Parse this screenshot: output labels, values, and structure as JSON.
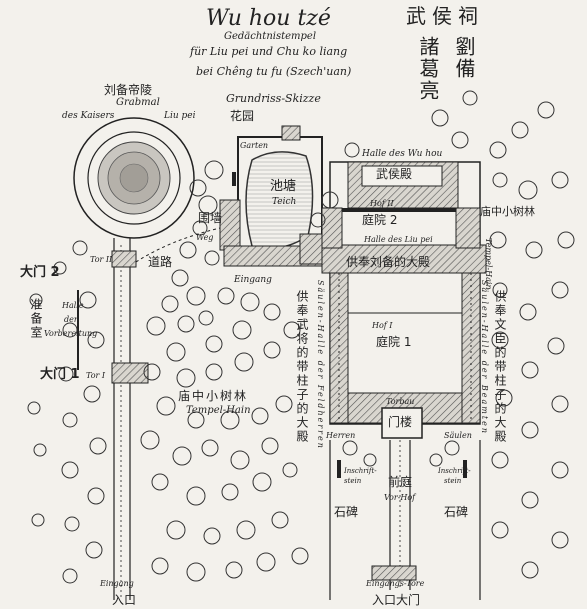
{
  "title": {
    "heading": "Wu hou tzé",
    "chinese": "武侯祠",
    "subtitle1": "Gedächtnistempel",
    "subtitle2": "für Liu pei und Chu ko liang",
    "subtitle3": "bei Chêng tu fu (Szech'uan)",
    "subtitle4": "Grundriss-Skizze",
    "person1": "劉備",
    "person2": "諸葛亮"
  },
  "labels": {
    "tomb_cn": "刘备帝陵",
    "tomb_de1": "Grabmal",
    "tomb_de2": "des Kaisers",
    "tomb_de3": "Liu pei",
    "garden_cn": "花园",
    "garden_de": "Garten",
    "pond_cn": "池塘",
    "pond_de": "Teich",
    "wall_cn": "围墙",
    "weg_de": "Weg",
    "road_cn": "道路",
    "entrance_inner_de": "Eingang",
    "gate2_cn": "大门 2",
    "gate2_de": "Tor II",
    "gate1_cn": "大门 1",
    "gate1_de": "Tor I",
    "prep_cn": "准备室",
    "prep_de1": "Halle",
    "prep_de2": "der",
    "prep_de3": "Vorbereitung",
    "grove_left_cn": "庙中小树林",
    "grove_left_de": "Tempel-Hain",
    "grove_right_cn": "庙中小树林",
    "grove_right_de": "Tempel-Hain",
    "wuhou_hall_de": "Halle des Wu hou",
    "wuhou_hall_cn": "武侯殿",
    "court2_de": "Hof II",
    "court2_cn": "庭院 2",
    "liupei_hall_de": "Halle des Liu pei",
    "liupei_hall_cn": "供奉刘备的大殿",
    "court1_de": "Hof I",
    "court1_cn": "庭院 1",
    "left_hall_cn": "供奉武将的带柱子的大殿",
    "left_hall_de": "Säulen-Halle der Feldherren",
    "right_hall_cn": "供奉文臣的带柱子的大殿",
    "right_hall_de": "Säulen-Halle der Beamten",
    "gate_building_de": "Torbau",
    "gate_building_cn": "门楼",
    "herren": "Herren",
    "saulen": "Säulen",
    "forecourt_cn": "前庭",
    "forecourt_de": "Vor-Hof",
    "stele_left_de1": "Inschrift-",
    "stele_left_de2": "stein",
    "stele_left_cn": "石碑",
    "stele_right_de1": "Inschrift-",
    "stele_right_de2": "stein",
    "stele_right_cn": "石碑",
    "entrance_left_de": "Eingang",
    "entrance_left_cn": "入口",
    "entrance_main_de": "Eingangs-Tore",
    "entrance_main_cn": "入口大门"
  }
}
